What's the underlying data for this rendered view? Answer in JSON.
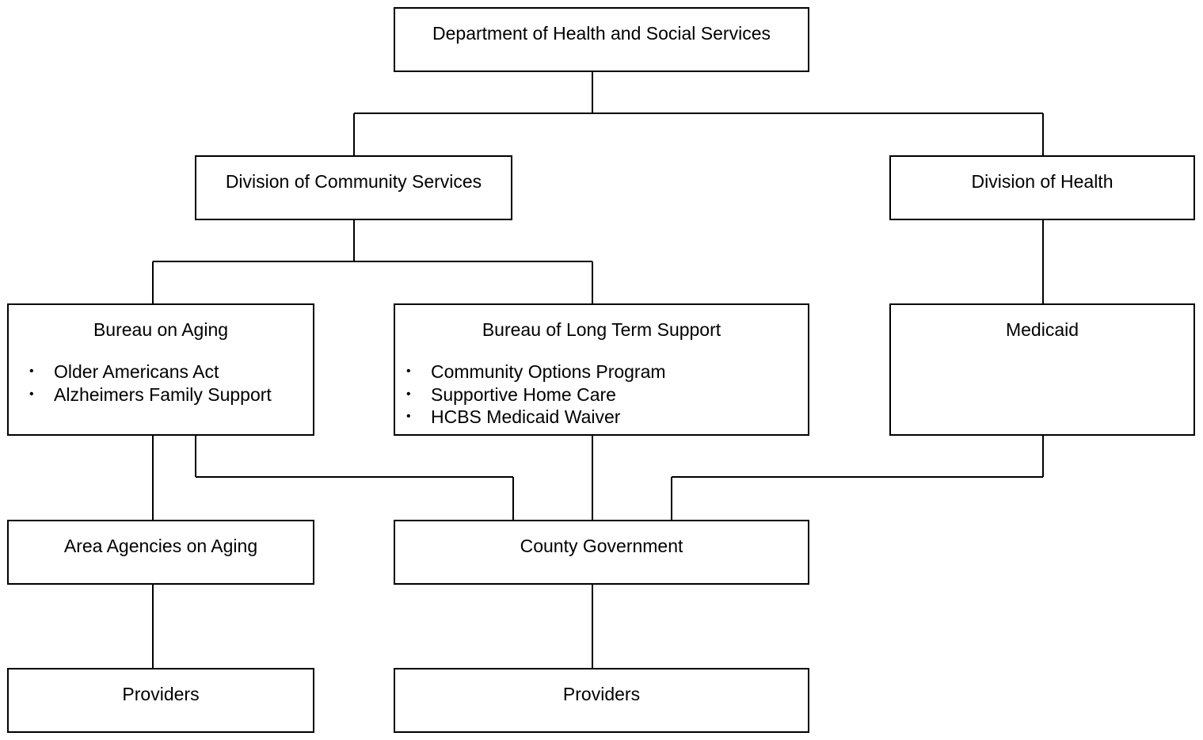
{
  "org_chart": {
    "dhss": {
      "title": "Department of Health and Social Services"
    },
    "dcs": {
      "title": "Division of Community Services"
    },
    "doh": {
      "title": "Division of Health"
    },
    "bureau_aging": {
      "title": "Bureau on Aging",
      "items": [
        "Older Americans Act",
        "Alzheimers Family Support"
      ]
    },
    "bureau_lts": {
      "title": "Bureau of Long Term Support",
      "items": [
        "Community Options Program",
        "Supportive Home Care",
        "HCBS Medicaid Waiver"
      ]
    },
    "medicaid": {
      "title": "Medicaid"
    },
    "area_agencies": {
      "title": "Area Agencies on Aging"
    },
    "county_gov": {
      "title": "County Government"
    },
    "providers_left": {
      "title": "Providers"
    },
    "providers_right": {
      "title": "Providers"
    },
    "bullet_glyph": "•",
    "line_color": "#000000"
  }
}
